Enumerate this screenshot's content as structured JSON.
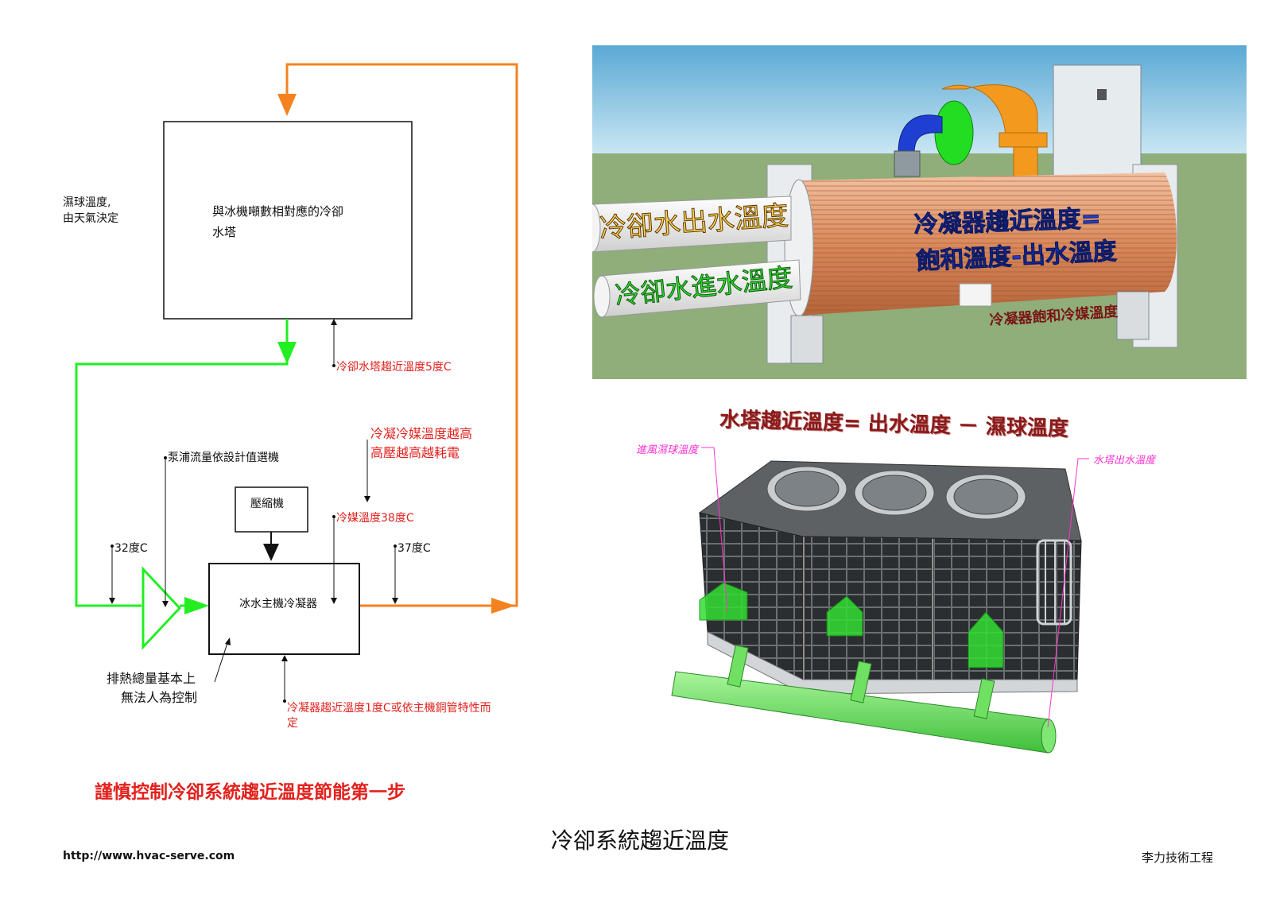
{
  "left_diagram": {
    "tower_box_label_line1": "與冰機噸數相對應的冷卻",
    "tower_box_label_line2": "水塔",
    "wetbulb_label_line1": "濕球溫度,",
    "wetbulb_label_line2": "由天氣決定",
    "tower_approach_label": "冷卻水塔趨近溫度5度C",
    "refrigerant_note_line1": "冷凝冷媒溫度越高",
    "refrigerant_note_line2": "高壓越高越耗電",
    "pump_label": "泵浦流量依設計值選機",
    "compressor_label": "壓縮機",
    "refrigerant_temp_label": "冷媒溫度38度C",
    "temp_in_label": "32度C",
    "temp_out_label": "37度C",
    "condenser_label": "冰水主機冷凝器",
    "heat_rejection_line1": "排熱總量基本上",
    "heat_rejection_line2": "無法人為控制",
    "condenser_approach_line1": "冷凝器趨近溫度1度C或依主機銅管特性而",
    "condenser_approach_line2": "定",
    "colors": {
      "cold": "#22ee22",
      "hot": "#f58220",
      "note": "#e3211d"
    }
  },
  "condenser_render": {
    "outlet_pipe_label": "冷卻水出水溫度",
    "inlet_pipe_label": "冷卻水進水溫度",
    "approach_eq_line1": "冷凝器趨近溫度=",
    "approach_eq_line2": "飽和溫度-出水溫度",
    "saturation_label": "冷凝器飽和冷媒溫度"
  },
  "tower_render": {
    "formula": "水塔趨近溫度= 出水溫度 － 濕球溫度",
    "inlet_wetbulb_label": "進風濕球溫度",
    "tower_outlet_label": "水塔出水溫度"
  },
  "footer": {
    "slogan": "謹慎控制冷卻系統趨近溫度節能第一步",
    "title": "冷卻系統趨近溫度",
    "url": "http://www.hvac-serve.com",
    "company": "李力技術工程"
  }
}
